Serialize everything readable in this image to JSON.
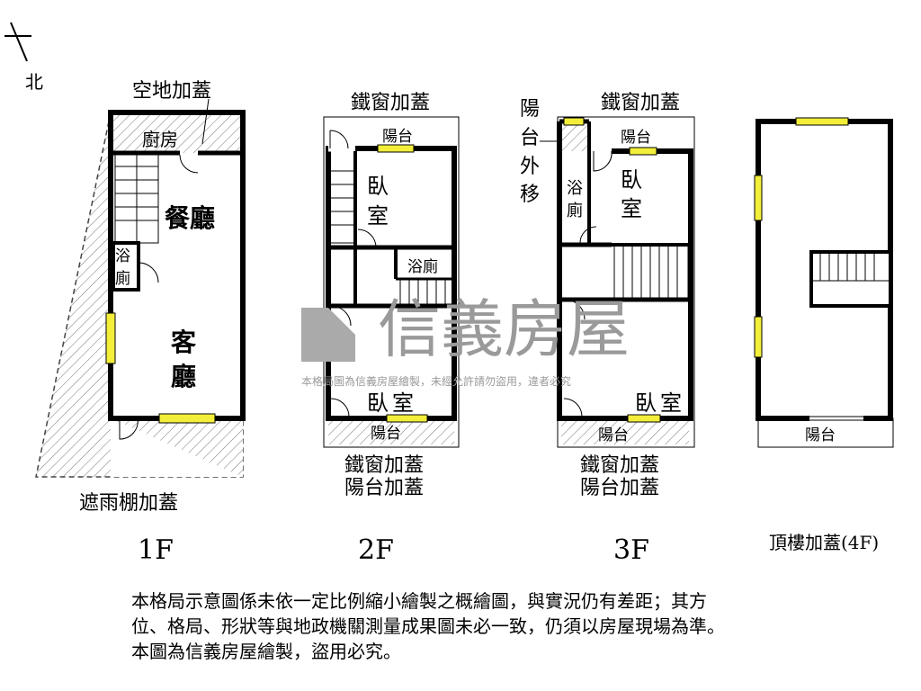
{
  "compass": {
    "north": "北"
  },
  "floors": {
    "f1": {
      "label": "1F",
      "annex_top": "空地加蓋",
      "kitchen": "廚房",
      "dining": "餐廳",
      "bath": [
        "浴",
        "廁"
      ],
      "living": [
        "客",
        "廳"
      ],
      "shed": "遮雨棚加蓋"
    },
    "f2": {
      "label": "2F",
      "top_note": "鐵窗加蓋",
      "balcony_top": "陽台",
      "bedroom1": [
        "臥",
        "室"
      ],
      "bath": "浴廁",
      "bedroom2": [
        "臥",
        "室"
      ],
      "balcony_bottom": "陽台",
      "bottom_note": [
        "鐵窗加蓋",
        "陽台加蓋"
      ]
    },
    "f3": {
      "label": "3F",
      "top_note": "鐵窗加蓋",
      "side_note": [
        "陽",
        "台",
        "外",
        "移"
      ],
      "balcony_top": "陽台",
      "bath": [
        "浴",
        "廁"
      ],
      "bedroom1": [
        "臥",
        "室"
      ],
      "bedroom2": [
        "臥",
        "室"
      ],
      "balcony_bottom": "陽台",
      "bottom_note": [
        "鐵窗加蓋",
        "陽台加蓋"
      ]
    },
    "f4": {
      "label": "頂樓加蓋(4F)",
      "balcony": "陽台"
    }
  },
  "watermark": {
    "brand": "信義房屋",
    "caption": "本格局圖為信義房屋繪製，未經允許請勿盜用，違者必究"
  },
  "disclaimer": [
    "本格局示意圖係未依一定比例縮小繪製之概繪圖，與實況仍有差距；其方",
    "位、格局、形狀等與地政機關測量成果圖未必一致，仍須以房屋現場為準。",
    "本圖為信義房屋繪製，盜用必究。"
  ],
  "colors": {
    "window": "#f2ee3a",
    "watermark": "#9a9a9a"
  }
}
